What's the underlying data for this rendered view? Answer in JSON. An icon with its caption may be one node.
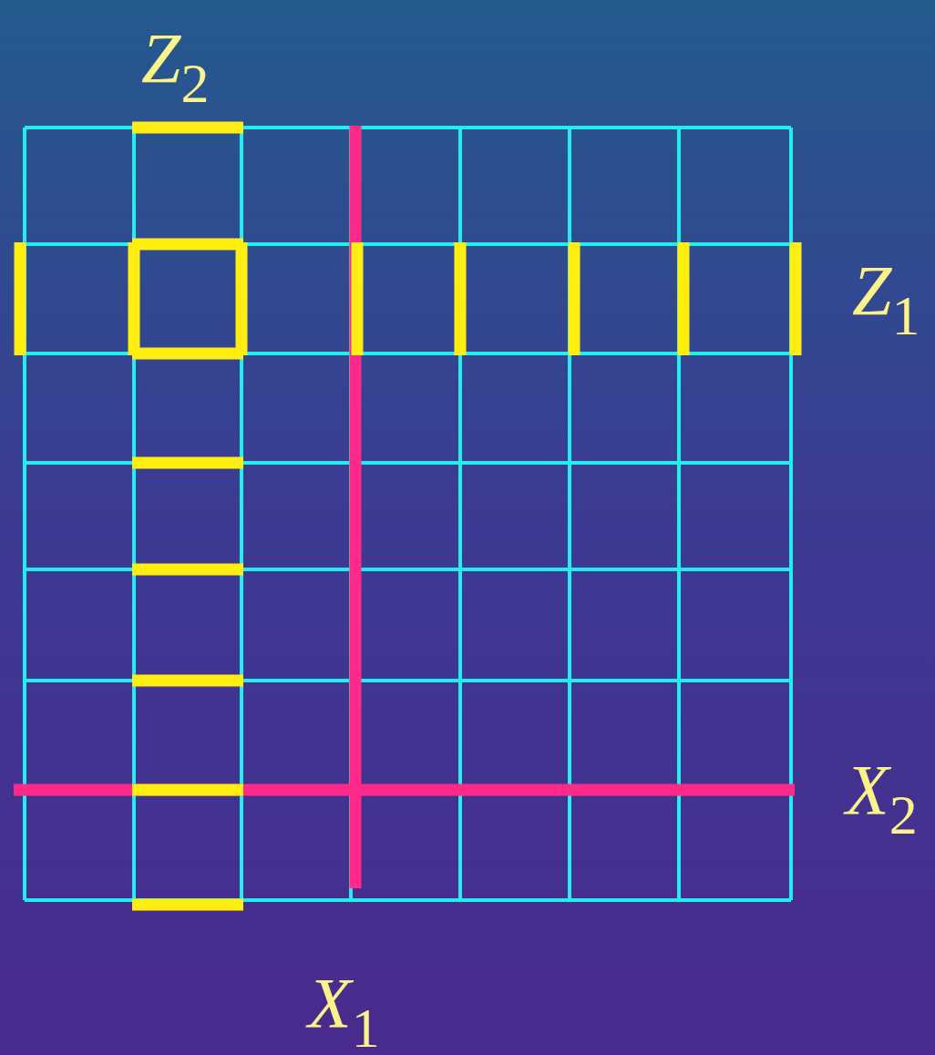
{
  "diagram": {
    "labels": [
      "*Z*$_{2}$",
      "*Z*$_{1}$",
      "*X*$_{2}$",
      "*X*$_{1}$"
    ]
  }
}
